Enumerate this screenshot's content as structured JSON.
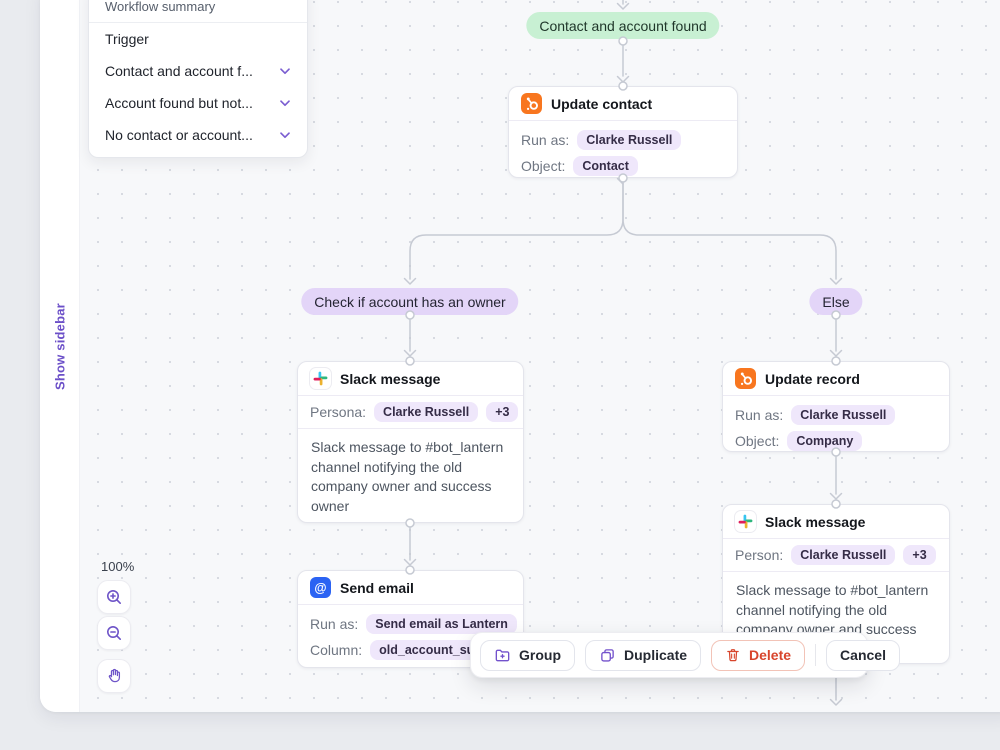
{
  "sidebar_panel": {
    "header": "Workflow summary",
    "items": [
      {
        "label": "Trigger",
        "has_chevron": false
      },
      {
        "label": "Contact and account f...",
        "has_chevron": true
      },
      {
        "label": "Account found but not...",
        "has_chevron": true
      },
      {
        "label": "No contact or account...",
        "has_chevron": true
      }
    ]
  },
  "canvas": {
    "show_sidebar_label": "Show sidebar",
    "zoom_level": "100%",
    "branch_labels": {
      "root": "Contact and account found",
      "left": "Check if account has an owner",
      "right": "Else"
    }
  },
  "nodes": {
    "update_contact": {
      "icon": "hubspot",
      "title": "Update contact",
      "rows": [
        {
          "label": "Run as:",
          "value": "Clarke Russell"
        },
        {
          "label": "Object:",
          "value": "Contact"
        }
      ]
    },
    "slack_left": {
      "icon": "slack",
      "title": "Slack message",
      "rows": [
        {
          "label": "Persona:",
          "value": "Clarke Russell",
          "extra": "+3"
        }
      ],
      "description": "Slack message to #bot_lantern channel notifying the old company owner and success owner"
    },
    "send_email": {
      "icon": "email-at",
      "glyph": "@",
      "title": "Send email",
      "rows": [
        {
          "label": "Run as:",
          "value": "Send email as Lantern"
        },
        {
          "label": "Column:",
          "value": "old_account_succ"
        }
      ]
    },
    "update_record": {
      "icon": "hubspot",
      "title": "Update record",
      "rows": [
        {
          "label": "Run as:",
          "value": "Clarke Russell"
        },
        {
          "label": "Object:",
          "value": "Company"
        }
      ]
    },
    "slack_right": {
      "icon": "slack",
      "title": "Slack message",
      "rows": [
        {
          "label": "Person:",
          "value": "Clarke Russell",
          "extra": "+3"
        }
      ],
      "description": "Slack message to #bot_lantern channel notifying the old company owner and success owner"
    }
  },
  "toolbar": {
    "group": "Group",
    "duplicate": "Duplicate",
    "delete": "Delete",
    "cancel": "Cancel"
  },
  "colors": {
    "accent_purple": "#6b4fc8",
    "row_pill_bg": "#efe7fb",
    "branch_pill_bg": "#e3d5f8",
    "green_badge_bg": "#c8f0d3",
    "hubspot_orange": "#f8761f",
    "email_blue": "#2b63f3",
    "delete_red": "#d8452c",
    "connector_gray": "#c6cad3",
    "slack_blue": "#36C5F0",
    "slack_green": "#2EB67D",
    "slack_yellow": "#ECB22E",
    "slack_red": "#E01E5A"
  }
}
